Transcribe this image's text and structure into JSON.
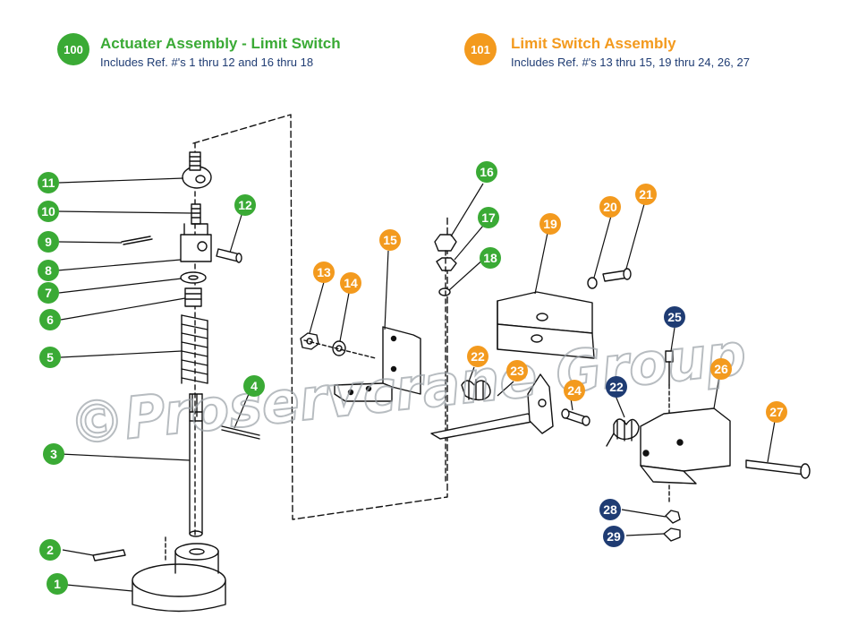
{
  "assemblies": [
    {
      "number": "100",
      "title": "Actuater Assembly  - Limit Switch",
      "includes": "Includes Ref. #'s 1 thru 12 and 16 thru 18",
      "color": "#3aaa35"
    },
    {
      "number": "101",
      "title": "Limit Switch Assembly",
      "includes": "Includes Ref. #'s 13 thru 15, 19 thru 24, 26, 27",
      "color": "#f39a1e"
    }
  ],
  "colors": {
    "green": "#3aaa35",
    "orange": "#f39a1e",
    "navy": "#1f3c73",
    "line": "#111111"
  },
  "watermark": "©Proservcrane Group",
  "callouts": [
    {
      "ref": "1",
      "color": "green"
    },
    {
      "ref": "2",
      "color": "green"
    },
    {
      "ref": "3",
      "color": "green"
    },
    {
      "ref": "4",
      "color": "green"
    },
    {
      "ref": "5",
      "color": "green"
    },
    {
      "ref": "6",
      "color": "green"
    },
    {
      "ref": "7",
      "color": "green"
    },
    {
      "ref": "8",
      "color": "green"
    },
    {
      "ref": "9",
      "color": "green"
    },
    {
      "ref": "10",
      "color": "green"
    },
    {
      "ref": "11",
      "color": "green"
    },
    {
      "ref": "12",
      "color": "green"
    },
    {
      "ref": "13",
      "color": "orange"
    },
    {
      "ref": "14",
      "color": "orange"
    },
    {
      "ref": "15",
      "color": "orange"
    },
    {
      "ref": "16",
      "color": "green"
    },
    {
      "ref": "17",
      "color": "green"
    },
    {
      "ref": "18",
      "color": "green"
    },
    {
      "ref": "19",
      "color": "orange"
    },
    {
      "ref": "20",
      "color": "orange"
    },
    {
      "ref": "21",
      "color": "orange"
    },
    {
      "ref": "22",
      "color": "orange"
    },
    {
      "ref": "22",
      "color": "navy"
    },
    {
      "ref": "23",
      "color": "orange"
    },
    {
      "ref": "24",
      "color": "orange"
    },
    {
      "ref": "25",
      "color": "navy"
    },
    {
      "ref": "26",
      "color": "orange"
    },
    {
      "ref": "27",
      "color": "orange"
    },
    {
      "ref": "28",
      "color": "navy"
    },
    {
      "ref": "29",
      "color": "navy"
    }
  ]
}
